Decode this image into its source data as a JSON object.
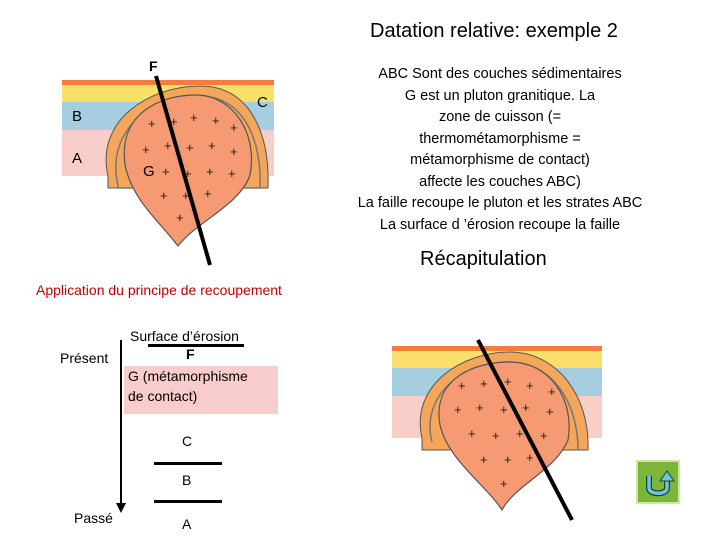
{
  "title": "Datation relative: exemple 2",
  "diagram_labels": {
    "fault": "F",
    "layer_c": "C",
    "layer_b": "B",
    "layer_a": "A",
    "pluton": "G"
  },
  "description": [
    "ABC Sont des couches sédimentaires",
    "G est un pluton granitique. La",
    "zone de cuisson (=",
    "thermométamorphisme =",
    "métamorphisme de contact)",
    "affecte les couches ABC)",
    "La faille recoupe le pluton et les strates ABC",
    "La surface d ’érosion recoupe la faille"
  ],
  "recap": {
    "title": "Récapitulation",
    "principle": "Application du principe de recoupement"
  },
  "timeline": {
    "present": "Présent",
    "past": "Passé",
    "erosion": "Surface d’érosion",
    "fault": "F",
    "g_line1": "G (métamorphisme",
    "g_line2": "de contact)",
    "c": "C",
    "b": "B",
    "a": "A"
  },
  "colors": {
    "erosion_surface": "#f47c3c",
    "layer_c": "#f9e06a",
    "layer_b": "#a7cde0",
    "layer_a": "#f7cfc8",
    "metamorphic_zone": "#f4a65a",
    "pluton": "#f59a72",
    "highlight_box": "#f9cccc",
    "principle_text": "#c00000",
    "return_button": "#7bb63a"
  },
  "icons": {
    "return_button": "u-turn-arrow-icon"
  }
}
